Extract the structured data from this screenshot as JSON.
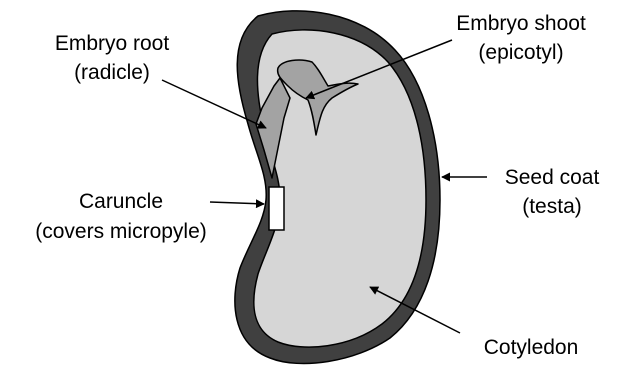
{
  "labels": {
    "embryo_root": {
      "line1": "Embryo root",
      "line2": "(radicle)"
    },
    "embryo_shoot": {
      "line1": "Embryo shoot",
      "line2": "(epicotyl)"
    },
    "seed_coat": {
      "line1": "Seed coat",
      "line2": "(testa)"
    },
    "caruncle": {
      "line1": "Caruncle",
      "line2": "(covers micropyle)"
    },
    "cotyledon": {
      "line1": "Cotyledon"
    }
  },
  "colors": {
    "seed_coat": "#404040",
    "cotyledon": "#d6d6d6",
    "embryo": "#a3a3a3",
    "caruncle": "#ffffff",
    "outline": "#000000",
    "pointer": "#000000"
  }
}
